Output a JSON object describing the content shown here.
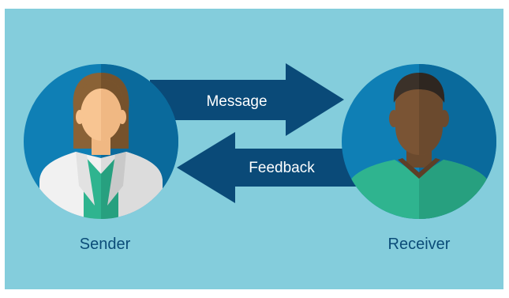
{
  "diagram": {
    "sender_label": "Sender",
    "receiver_label": "Receiver",
    "message_label": "Message",
    "feedback_label": "Feedback"
  },
  "colors": {
    "background_panel": "#84cddc",
    "circle_blue": "#0f7fb5",
    "circle_shade": "#0a6a9c",
    "arrow": "#0a4a78",
    "label_text": "#0b4c78",
    "scrubs": "#2fb48f",
    "skin_light": "#f8c592",
    "skin_dark": "#7a5434",
    "hair_light": "#8a6236",
    "hair_dark": "#3b3129"
  },
  "icons": [
    "sender-avatar-icon",
    "receiver-avatar-icon",
    "message-arrow-icon",
    "feedback-arrow-icon"
  ]
}
